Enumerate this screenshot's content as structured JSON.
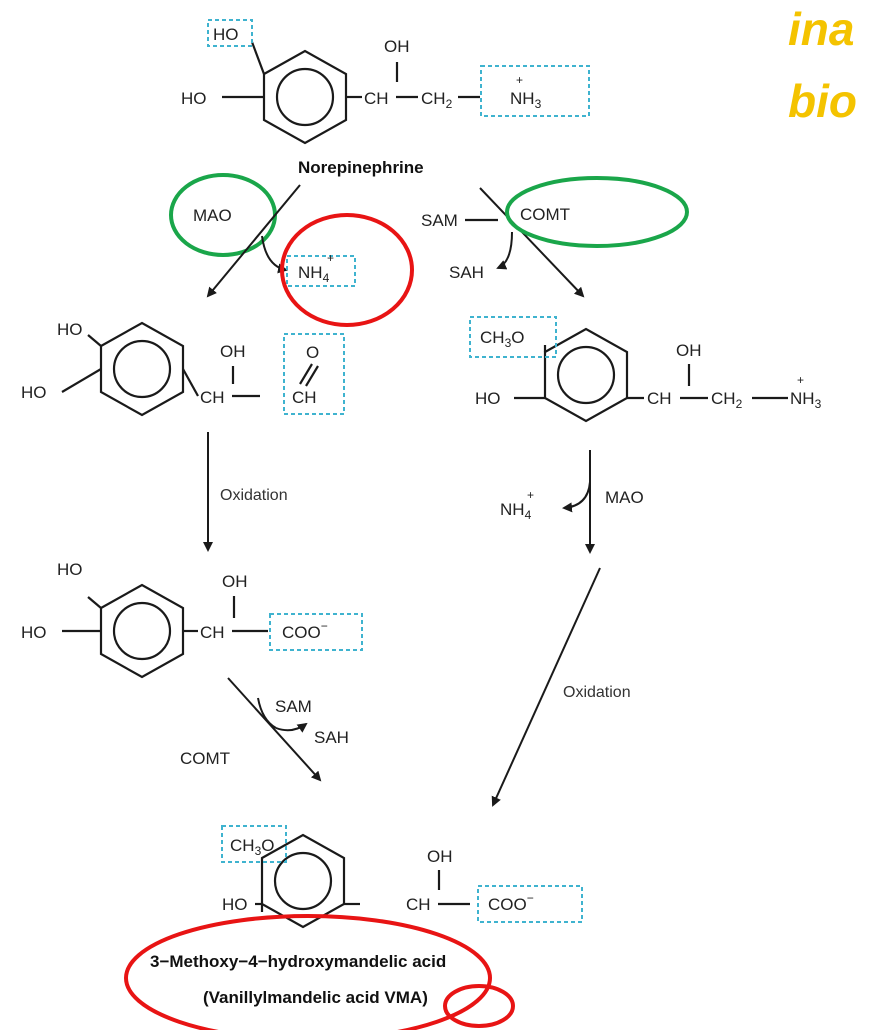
{
  "title_fragment": {
    "line1": "ina",
    "line2": "bio"
  },
  "colors": {
    "highlight_box": "#3fb3cf",
    "enzyme_circle": "#1aa64a",
    "product_circle": "#e81414",
    "title": "#f4c300"
  },
  "norepinephrine": {
    "ho_top": "HO",
    "ho_left": "HO",
    "oh": "OH",
    "chain_ch": "CH",
    "chain_ch2": "CH",
    "ch2_sub": "2",
    "nh": "NH",
    "nh_sub": "3",
    "plus": "+",
    "name": "Norepinephrine"
  },
  "left_branch": {
    "enzyme": "MAO",
    "nh4": "NH",
    "nh4_sub": "4",
    "nh4_plus": "+",
    "aldehyde": {
      "ho_top": "HO",
      "ho_left": "HO",
      "oh": "OH",
      "ch": "CH",
      "o": "O",
      "cho": "CH"
    },
    "step": "Oxidation",
    "acid": {
      "ho_top": "HO",
      "ho_left": "HO",
      "oh": "OH",
      "ch": "CH",
      "coo": "COO",
      "minus": "−"
    },
    "sam": "SAM",
    "sah": "SAH",
    "enzyme2": "COMT"
  },
  "right_branch": {
    "sam": "SAM",
    "enzyme": "COMT",
    "sah": "SAH",
    "normetanephrine": {
      "ch3o": "CH",
      "ch3o_sub": "3",
      "ch3o_o": "O",
      "ho_left": "HO",
      "oh": "OH",
      "ch": "CH",
      "ch2": "CH",
      "ch2_sub": "2",
      "nh": "NH",
      "nh_sub": "3",
      "plus": "+"
    },
    "nh4": "NH",
    "nh4_sub": "4",
    "nh4_plus": "+",
    "enzyme2": "MAO",
    "step": "Oxidation"
  },
  "product": {
    "ch3o": "CH",
    "ch3o_sub": "3",
    "ch3o_o": "O",
    "ho_left": "HO",
    "oh": "OH",
    "ch": "CH",
    "coo": "COO",
    "minus": "−",
    "name_line1": "3−Methoxy−4−hydroxymandelic acid",
    "name_line2_pre": "(Vanillylmandelic acid ",
    "abbrev": "VMA",
    "name_line2_post": ")"
  }
}
